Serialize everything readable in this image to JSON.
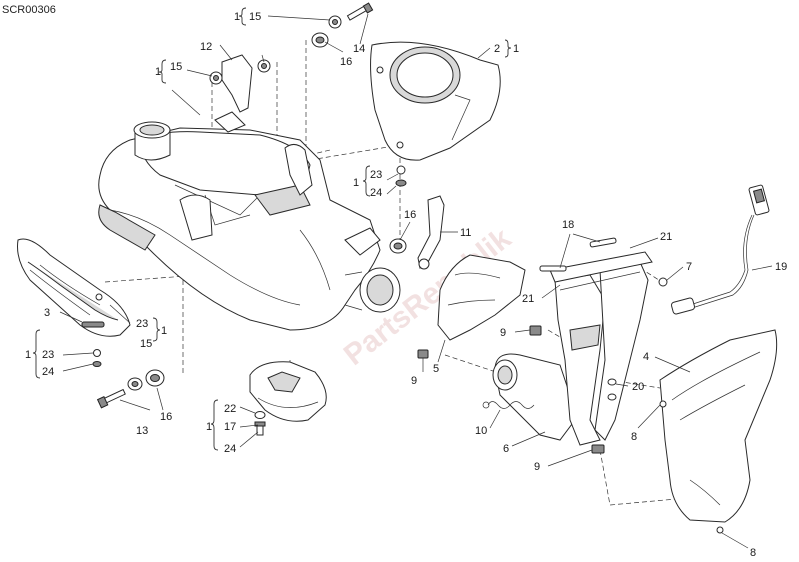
{
  "diagram_code": "SCR00306",
  "watermark": "PartsRepublik",
  "labels": {
    "l1_a": "1",
    "l15_a": "15",
    "l14": "14",
    "l16_a": "16",
    "l2": "2",
    "l1_b": "1",
    "l12": "12",
    "l1_c": "1",
    "l15_b": "15",
    "l23_a": "23",
    "l1_d": "1",
    "l24_a": "24",
    "l16_b": "16",
    "l11": "11",
    "l18": "18",
    "l21_a": "21",
    "l7": "7",
    "l19": "19",
    "l21_b": "21",
    "l3": "3",
    "l1_e": "1",
    "l23_b": "23",
    "l24_b": "24",
    "l23_c": "23",
    "l1_f": "1",
    "l15_c": "15",
    "l9_a": "9",
    "l9_b": "9",
    "l5": "5",
    "l4": "4",
    "l20": "20",
    "l8_a": "8",
    "l10": "10",
    "l6": "6",
    "l22": "22",
    "l1_g": "1",
    "l17": "17",
    "l24_c": "24",
    "l13": "13",
    "l16_c": "16",
    "l9_c": "9",
    "l8_b": "8"
  }
}
